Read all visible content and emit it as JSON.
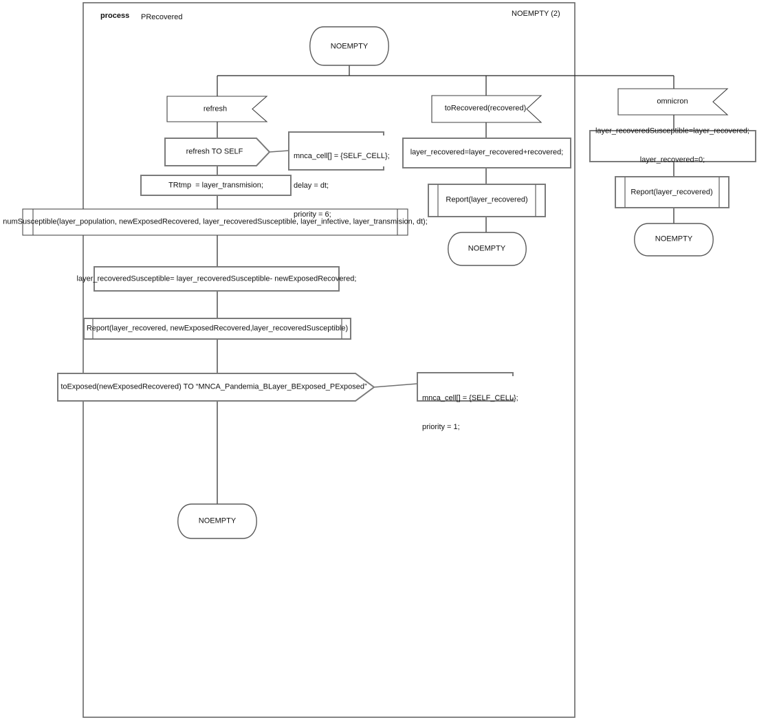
{
  "diagram": {
    "kind_label": "process",
    "process_name": "PRecovered",
    "page_label": "NOEMPTY (2)",
    "start_state": "NOEMPTY"
  },
  "refresh_branch": {
    "input_signal": "refresh",
    "output_signal": "refresh TO SELF",
    "output_note": {
      "lines": [
        "mnca_cell[] = {SELF_CELL};",
        "delay = dt;",
        "priority = 6;"
      ]
    },
    "task_assign_tr": "TRtmp  = layer_transmision;",
    "procedure_call": "numSusceptible(layer_population, newExposedRecovered, layer_recoveredSusceptible, layer_infective, layer_transmision, dt);",
    "task_update_susceptible": "layer_recoveredSusceptible= layer_recoveredSusceptible- newExposedRecovered;",
    "report_call": "Report(layer_recovered, newExposedRecovered,layer_recoveredSusceptible)",
    "output_to_exposed": "toExposed(newExposedRecovered) TO “MNCA_Pandemia_BLayer_BExposed_PExposed”",
    "to_exposed_note": {
      "lines": [
        "mnca_cell[] = {SELF_CELL};",
        "priority = 1;"
      ]
    },
    "end_state": "NOEMPTY"
  },
  "to_recovered_branch": {
    "input_signal": "toRecovered(recovered)",
    "task_update_recovered": "layer_recovered=layer_recovered+recovered;",
    "report_call": "Report(layer_recovered)",
    "end_state": "NOEMPTY"
  },
  "omnicron_branch": {
    "input_signal": "omnicron",
    "task_reset": {
      "lines": [
        "layer_recoveredSusceptible=layer_recovered;",
        "layer_recovered=0;"
      ]
    },
    "report_call": "Report(layer_recovered)",
    "end_state": "NOEMPTY"
  },
  "colors": {
    "background": "#ffffff",
    "shape_border": "#7a7a7a",
    "thin_border": "#3f3f3f",
    "connector_line": "#222222",
    "text": "#111111"
  }
}
